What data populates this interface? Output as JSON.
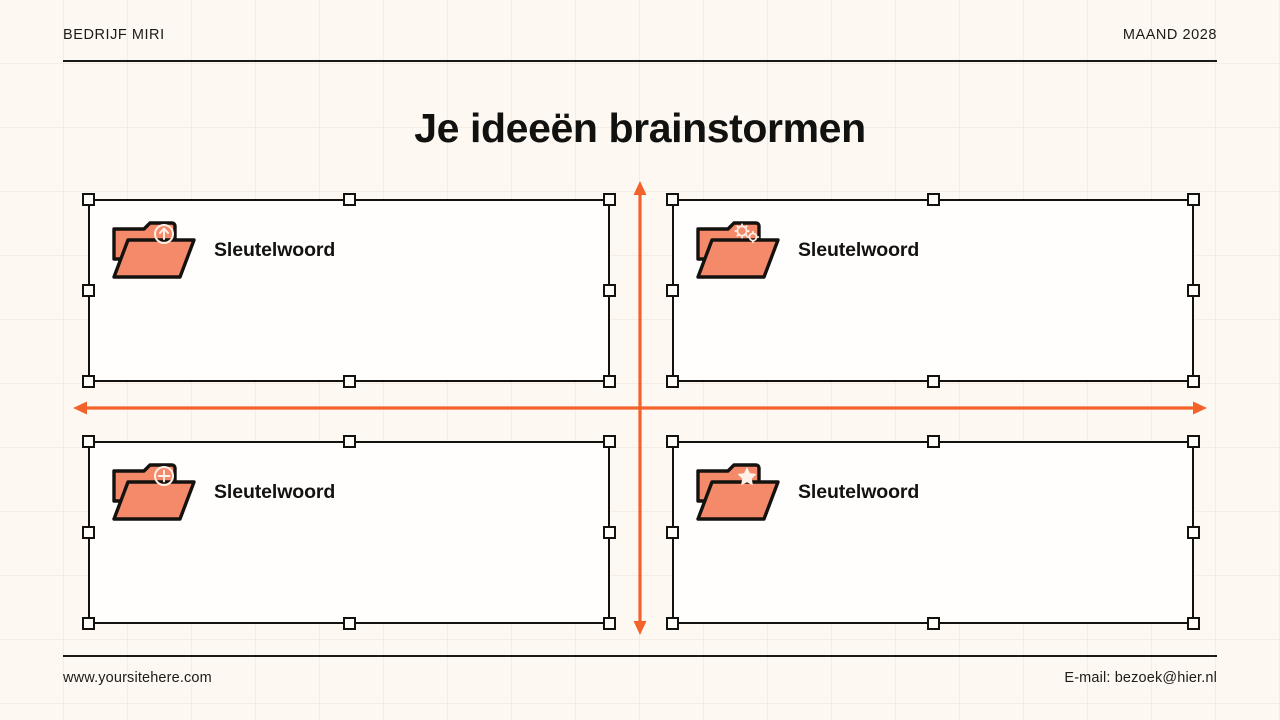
{
  "theme": {
    "background": "#fdf8f2",
    "card_fill": "#fffefc",
    "ink": "#14120f",
    "accent": "#F4622B",
    "folder_fill": "#F58A6B",
    "folder_shade": "#EF7B5C"
  },
  "header": {
    "company": "BEDRIJF MIRI",
    "date": "MAAND 2028"
  },
  "title": "Je ideeën brainstormen",
  "axes": {
    "vertical": {
      "name": "vertical-axis-arrow",
      "color": "#F4622B",
      "arrow_top": true,
      "arrow_bottom": true
    },
    "horizontal": {
      "name": "horizontal-axis-arrow",
      "color": "#F4622B",
      "arrow_left": true,
      "arrow_right": true
    }
  },
  "quadrants": [
    {
      "position": "top-left",
      "icon": "folder-arrow-up-icon",
      "label": "Sleutelwoord"
    },
    {
      "position": "top-right",
      "icon": "folder-gears-icon",
      "label": "Sleutelwoord"
    },
    {
      "position": "bottom-left",
      "icon": "folder-plus-icon",
      "label": "Sleutelwoord"
    },
    {
      "position": "bottom-right",
      "icon": "folder-star-icon",
      "label": "Sleutelwoord"
    }
  ],
  "footer": {
    "website": "www.yoursitehere.com",
    "email": "E-mail: bezoek@hier.nl"
  }
}
